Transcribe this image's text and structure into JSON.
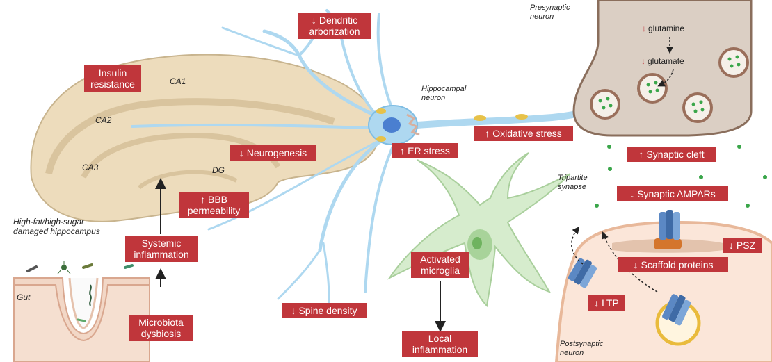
{
  "colors": {
    "label_bg": "#c0363b",
    "label_text": "#ffffff",
    "neuron_blue": "#aed8f0",
    "hippocampus_tan": "#eddcbc",
    "microglia_green": "#d6eccd",
    "synapse_pink": "#fbe6d9",
    "vesicle_green": "#3aa64a"
  },
  "labels": {
    "insulin": [
      "Insulin",
      "resistance"
    ],
    "dendritic": [
      "Dendritic",
      "arborization"
    ],
    "neurogenesis": "Neurogenesis",
    "bbb": [
      "BBB",
      "permeability"
    ],
    "er_stress": "ER stress",
    "oxidative": "Oxidative stress",
    "spine": "Spine density",
    "systemic": [
      "Systemic",
      "inflammation"
    ],
    "microbiota": [
      "Microbiota",
      "dysbiosis"
    ],
    "activated": [
      "Activated",
      "microglia"
    ],
    "local": [
      "Local",
      "inflammation"
    ],
    "cleft": "Synaptic cleft",
    "ampars": "Synaptic AMPARs",
    "psz": "PSZ",
    "scaffold": "Scaffold proteins",
    "ltp": "LTP"
  },
  "text": {
    "ca1": "CA1",
    "ca2": "CA2",
    "ca3": "CA3",
    "dg": "DG",
    "hippocampus": [
      "High-fat/high-sugar",
      "damaged hippocampus"
    ],
    "gut": "Gut",
    "hippocampal_neuron": [
      "Hippocampal",
      "neuron"
    ],
    "presynaptic": [
      "Presynaptic",
      "neuron"
    ],
    "tripartite": [
      "Tripartite",
      "synapse"
    ],
    "postsynaptic": [
      "Postsynaptic",
      "neuron"
    ],
    "glutamine": "glutamine",
    "glutamate": "glutamate"
  },
  "icons": {
    "up": "up-arrow-icon",
    "down": "down-arrow-icon"
  }
}
